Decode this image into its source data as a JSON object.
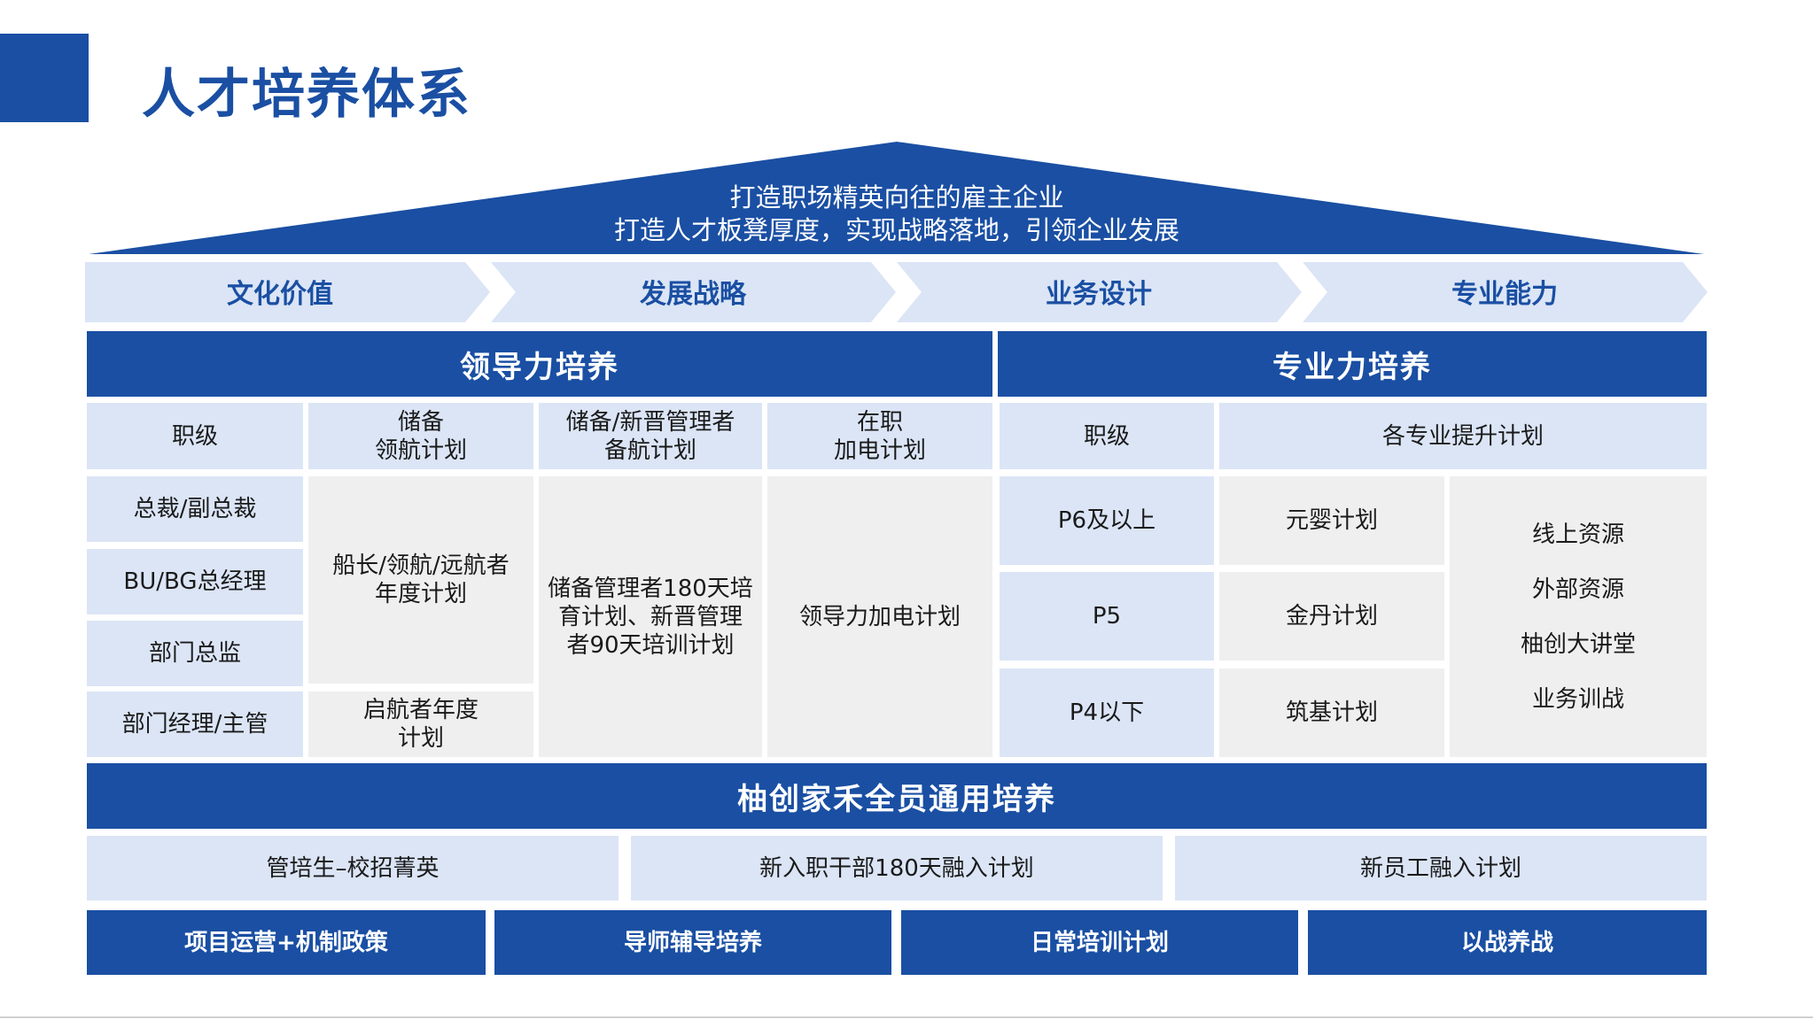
{
  "page_title": "人才培养体系",
  "roof": {
    "line1": "打造职场精英向往的雇主企业",
    "line2": "打造人才板凳厚度，实现战略落地，引领企业发展"
  },
  "pillars": [
    "文化价值",
    "发展战略",
    "业务设计",
    "专业能力"
  ],
  "leadership": {
    "header": "领导力培养",
    "col_headers": [
      "职级",
      "储备\n领航计划",
      "储备/新晋管理者\n备航计划",
      "在职\n加电计划"
    ],
    "ranks": [
      "总裁/副总裁",
      "BU/BG总经理",
      "部门总监",
      "部门经理/主管"
    ],
    "reserve_upper": "船长/领航/远航者\n年度计划",
    "reserve_lower": "启航者年度\n计划",
    "new_manager": "储备管理者180天培\n育计划、新晋管理\n者90天培训计划",
    "onjob": "领导力加电计划"
  },
  "professional": {
    "header": "专业力培养",
    "col_headers": [
      "职级",
      "各专业提升计划"
    ],
    "levels": [
      "P6及以上",
      "P5",
      "P4以下"
    ],
    "plans": [
      "元婴计划",
      "金丹计划",
      "筑基计划"
    ],
    "resources": [
      "线上资源",
      "外部资源",
      "柚创大讲堂",
      "业务训战"
    ]
  },
  "general": {
    "header": "柚创家禾全员通用培养",
    "programs": [
      "管培生–校招菁英",
      "新入职干部180天融入计划",
      "新员工融入计划"
    ],
    "supports": [
      "项目运营+机制政策",
      "导师辅导培养",
      "日常培训计划",
      "以战养战"
    ]
  },
  "colors": {
    "primary": "#1a4fa3",
    "light": "#dbe5f6",
    "gray": "#efefef"
  }
}
